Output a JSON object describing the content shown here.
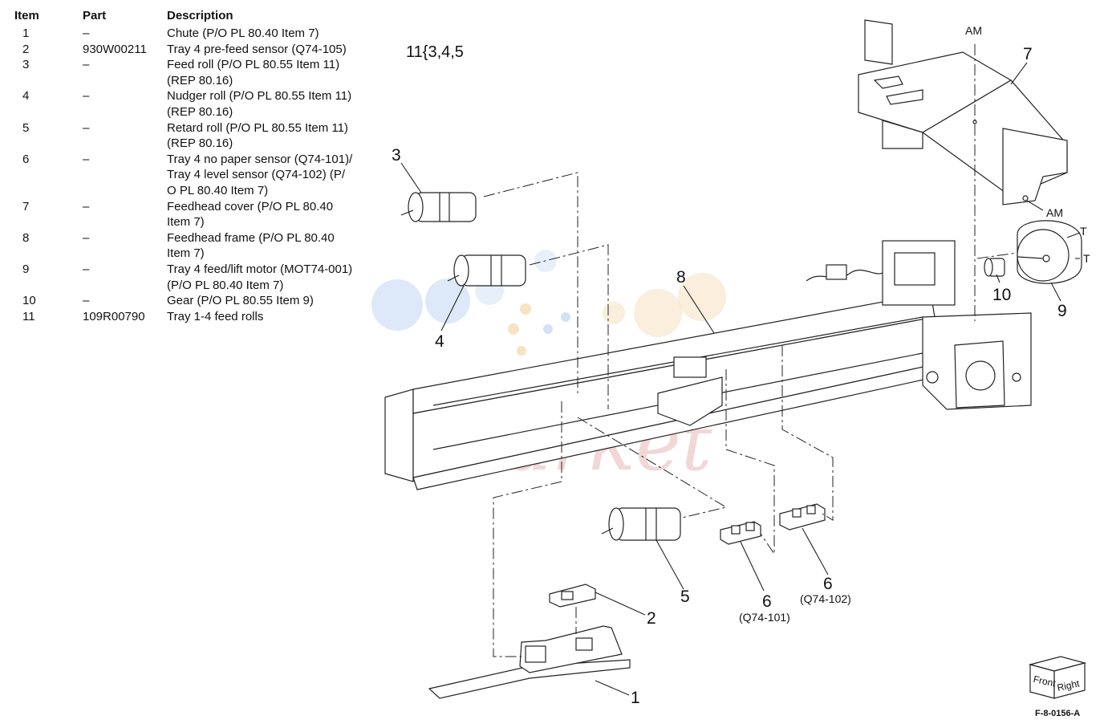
{
  "table": {
    "headers": {
      "item": "Item",
      "part": "Part",
      "description": "Description"
    },
    "rows": [
      {
        "item": "1",
        "part": "–",
        "desc": [
          "Chute (P/O PL 80.40 Item 7)"
        ]
      },
      {
        "item": "2",
        "part": "930W00211",
        "desc": [
          "Tray 4 pre-feed sensor (Q74-105)"
        ]
      },
      {
        "item": "3",
        "part": "–",
        "desc": [
          "Feed roll (P/O PL 80.55 Item 11)",
          "(REP 80.16)"
        ]
      },
      {
        "item": "4",
        "part": "–",
        "desc": [
          "Nudger roll (P/O PL 80.55 Item 11)",
          "(REP 80.16)"
        ]
      },
      {
        "item": "5",
        "part": "–",
        "desc": [
          "Retard roll (P/O PL 80.55 Item 11)",
          "(REP 80.16)"
        ]
      },
      {
        "item": "6",
        "part": "–",
        "desc": [
          "Tray 4 no paper sensor (Q74-101)/",
          "Tray 4 level sensor  (Q74-102)  (P/",
          "O PL 80.40 Item 7)"
        ]
      },
      {
        "item": "7",
        "part": "–",
        "desc": [
          "Feedhead cover (P/O PL 80.40",
          "Item 7)"
        ]
      },
      {
        "item": "8",
        "part": "–",
        "desc": [
          "Feedhead frame (P/O PL 80.40",
          "Item 7)"
        ]
      },
      {
        "item": "9",
        "part": "–",
        "desc": [
          "Tray 4 feed/lift motor (MOT74-001)",
          "(P/O PL 80.40 Item 7)"
        ]
      },
      {
        "item": "10",
        "part": "–",
        "desc": [
          "Gear (P/O PL 80.55 Item 9)"
        ]
      },
      {
        "item": "11",
        "part": "109R00790",
        "desc": [
          "Tray 1-4 feed rolls"
        ]
      }
    ]
  },
  "diagram": {
    "kit_label": "11{3,4,5",
    "callouts": {
      "c1": "1",
      "c2": "2",
      "c3": "3",
      "c4": "4",
      "c5": "5",
      "c6a": "6",
      "c6a_sub": "(Q74-101)",
      "c6b": "6",
      "c6b_sub": "(Q74-102)",
      "c7": "7",
      "c8": "8",
      "c9": "9",
      "c10": "10",
      "am_top": "AM",
      "am_side": "AM",
      "t1": "T",
      "t2": "T"
    },
    "orientation_cube": {
      "front": "Front",
      "right": "Right"
    },
    "figure_id": "F-8-0156-A",
    "watermark": "-Market"
  }
}
